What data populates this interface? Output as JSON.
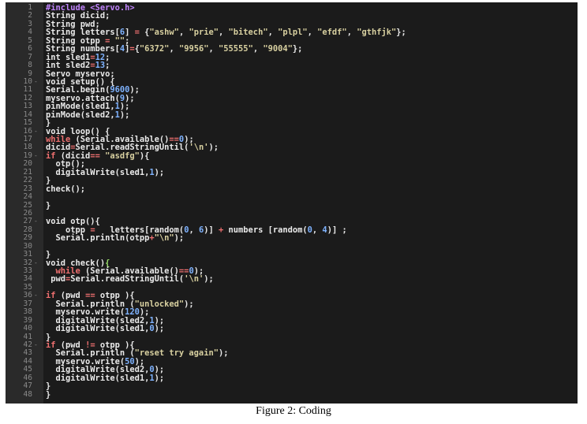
{
  "editor": {
    "lines": [
      {
        "n": "1",
        "fold": "",
        "tokens": [
          [
            "preproc",
            "#include <Servo.h>"
          ]
        ]
      },
      {
        "n": "2",
        "fold": "",
        "tokens": [
          [
            "plain",
            "String dicid;"
          ]
        ]
      },
      {
        "n": "3",
        "fold": "",
        "tokens": [
          [
            "plain",
            "String pwd;"
          ]
        ]
      },
      {
        "n": "4",
        "fold": "",
        "tokens": [
          [
            "plain",
            "String letters["
          ],
          [
            "num",
            "6"
          ],
          [
            "plain",
            "] "
          ],
          [
            "op",
            "="
          ],
          [
            "plain",
            " {"
          ],
          [
            "str",
            "\"ashw\""
          ],
          [
            "plain",
            ", "
          ],
          [
            "str",
            "\"prie\""
          ],
          [
            "plain",
            ", "
          ],
          [
            "str",
            "\"bitech\""
          ],
          [
            "plain",
            ", "
          ],
          [
            "str",
            "\"plpl\""
          ],
          [
            "plain",
            ", "
          ],
          [
            "str",
            "\"efdf\""
          ],
          [
            "plain",
            ", "
          ],
          [
            "str",
            "\"gthfjk\""
          ],
          [
            "plain",
            "};"
          ]
        ]
      },
      {
        "n": "5",
        "fold": "",
        "tokens": [
          [
            "plain",
            "String otpp "
          ],
          [
            "op",
            "="
          ],
          [
            "plain",
            " "
          ],
          [
            "str",
            "\"\""
          ],
          [
            "plain",
            ";"
          ]
        ]
      },
      {
        "n": "6",
        "fold": "",
        "tokens": [
          [
            "plain",
            "String numbers["
          ],
          [
            "num",
            "4"
          ],
          [
            "plain",
            "]"
          ],
          [
            "op",
            "="
          ],
          [
            "plain",
            "{"
          ],
          [
            "str",
            "\"6372\""
          ],
          [
            "plain",
            ", "
          ],
          [
            "str",
            "\"9956\""
          ],
          [
            "plain",
            ", "
          ],
          [
            "str",
            "\"55555\""
          ],
          [
            "plain",
            ", "
          ],
          [
            "str",
            "\"9004\""
          ],
          [
            "plain",
            "};"
          ]
        ]
      },
      {
        "n": "7",
        "fold": "",
        "tokens": [
          [
            "plain",
            "int sled1"
          ],
          [
            "op",
            "="
          ],
          [
            "num",
            "12"
          ],
          [
            "plain",
            ";"
          ]
        ]
      },
      {
        "n": "8",
        "fold": "",
        "tokens": [
          [
            "plain",
            "int sled2"
          ],
          [
            "op",
            "="
          ],
          [
            "num",
            "13"
          ],
          [
            "plain",
            ";"
          ]
        ]
      },
      {
        "n": "9",
        "fold": "",
        "tokens": [
          [
            "plain",
            "Servo myservo;"
          ]
        ]
      },
      {
        "n": "10",
        "fold": "-",
        "tokens": [
          [
            "plain",
            "void setup() {"
          ]
        ]
      },
      {
        "n": "11",
        "fold": "",
        "tokens": [
          [
            "plain",
            "Serial.begin("
          ],
          [
            "num",
            "9600"
          ],
          [
            "plain",
            ");"
          ]
        ]
      },
      {
        "n": "12",
        "fold": "",
        "tokens": [
          [
            "plain",
            "myservo.attach("
          ],
          [
            "num",
            "9"
          ],
          [
            "plain",
            ");"
          ]
        ]
      },
      {
        "n": "13",
        "fold": "",
        "tokens": [
          [
            "plain",
            "pinMode(sled1,"
          ],
          [
            "num",
            "1"
          ],
          [
            "plain",
            ");"
          ]
        ]
      },
      {
        "n": "14",
        "fold": "",
        "tokens": [
          [
            "plain",
            "pinMode(sled2,"
          ],
          [
            "num",
            "1"
          ],
          [
            "plain",
            ");"
          ]
        ]
      },
      {
        "n": "15",
        "fold": "",
        "tokens": [
          [
            "plain",
            "}"
          ]
        ]
      },
      {
        "n": "16",
        "fold": "-",
        "tokens": [
          [
            "plain",
            "void loop() {"
          ]
        ]
      },
      {
        "n": "17",
        "fold": "",
        "tokens": [
          [
            "kw",
            "while"
          ],
          [
            "plain",
            " (Serial.available()"
          ],
          [
            "op",
            "=="
          ],
          [
            "num",
            "0"
          ],
          [
            "plain",
            ");"
          ]
        ]
      },
      {
        "n": "18",
        "fold": "",
        "tokens": [
          [
            "plain",
            "dicid"
          ],
          [
            "op",
            "="
          ],
          [
            "plain",
            "Serial.readStringUntil("
          ],
          [
            "str",
            "'\\n'"
          ],
          [
            "plain",
            ");"
          ]
        ]
      },
      {
        "n": "19",
        "fold": "-",
        "tokens": [
          [
            "kw",
            "if"
          ],
          [
            "plain",
            " (dicid"
          ],
          [
            "op",
            "=="
          ],
          [
            "plain",
            " "
          ],
          [
            "str",
            "\"asdfg\""
          ],
          [
            "plain",
            "){"
          ]
        ]
      },
      {
        "n": "20",
        "fold": "",
        "tokens": [
          [
            "plain",
            "  otp();"
          ]
        ]
      },
      {
        "n": "21",
        "fold": "",
        "tokens": [
          [
            "plain",
            "  digitalWrite(sled1,"
          ],
          [
            "num",
            "1"
          ],
          [
            "plain",
            ");"
          ]
        ]
      },
      {
        "n": "22",
        "fold": "",
        "tokens": [
          [
            "plain",
            "}"
          ]
        ]
      },
      {
        "n": "23",
        "fold": "",
        "tokens": [
          [
            "plain",
            "check();"
          ]
        ]
      },
      {
        "n": "24",
        "fold": "",
        "tokens": [
          [
            "plain",
            ""
          ]
        ]
      },
      {
        "n": "25",
        "fold": "",
        "tokens": [
          [
            "plain",
            "}"
          ]
        ]
      },
      {
        "n": "26",
        "fold": "",
        "tokens": [
          [
            "plain",
            ""
          ]
        ]
      },
      {
        "n": "27",
        "fold": "-",
        "tokens": [
          [
            "plain",
            "void otp(){"
          ]
        ]
      },
      {
        "n": "28",
        "fold": "",
        "tokens": [
          [
            "plain",
            "    otpp "
          ],
          [
            "op",
            "="
          ],
          [
            "plain",
            "   letters[random("
          ],
          [
            "num",
            "0"
          ],
          [
            "plain",
            ", "
          ],
          [
            "num",
            "6"
          ],
          [
            "plain",
            ")] "
          ],
          [
            "op",
            "+"
          ],
          [
            "plain",
            " numbers [random("
          ],
          [
            "num",
            "0"
          ],
          [
            "plain",
            ", "
          ],
          [
            "num",
            "4"
          ],
          [
            "plain",
            ")] ;"
          ]
        ]
      },
      {
        "n": "29",
        "fold": "",
        "tokens": [
          [
            "plain",
            "  Serial.println(otpp"
          ],
          [
            "op",
            "+"
          ],
          [
            "str",
            "\"\\n\""
          ],
          [
            "plain",
            ");"
          ]
        ]
      },
      {
        "n": "30",
        "fold": "",
        "tokens": [
          [
            "plain",
            ""
          ]
        ]
      },
      {
        "n": "31",
        "fold": "",
        "tokens": [
          [
            "plain",
            "}"
          ]
        ]
      },
      {
        "n": "32",
        "fold": "-",
        "tokens": [
          [
            "plain",
            "void check()"
          ],
          [
            "bracket",
            "{"
          ]
        ]
      },
      {
        "n": "33",
        "fold": "",
        "tokens": [
          [
            "plain",
            "  "
          ],
          [
            "kw",
            "while"
          ],
          [
            "plain",
            " (Serial.available()"
          ],
          [
            "op",
            "=="
          ],
          [
            "num",
            "0"
          ],
          [
            "plain",
            ");"
          ]
        ]
      },
      {
        "n": "34",
        "fold": "",
        "tokens": [
          [
            "plain",
            " pwd"
          ],
          [
            "op",
            "="
          ],
          [
            "plain",
            "Serial.readStringUntil("
          ],
          [
            "str",
            "'\\n'"
          ],
          [
            "plain",
            ");"
          ]
        ]
      },
      {
        "n": "35",
        "fold": "",
        "tokens": [
          [
            "plain",
            ""
          ]
        ]
      },
      {
        "n": "36",
        "fold": "-",
        "tokens": [
          [
            "kw",
            "if"
          ],
          [
            "plain",
            " (pwd "
          ],
          [
            "op",
            "=="
          ],
          [
            "plain",
            " otpp ){"
          ]
        ]
      },
      {
        "n": "37",
        "fold": "",
        "tokens": [
          [
            "plain",
            "  Serial.println ("
          ],
          [
            "str",
            "\"unlocked\""
          ],
          [
            "plain",
            ");"
          ]
        ]
      },
      {
        "n": "38",
        "fold": "",
        "tokens": [
          [
            "plain",
            "  myservo.write("
          ],
          [
            "num",
            "120"
          ],
          [
            "plain",
            ");"
          ]
        ]
      },
      {
        "n": "39",
        "fold": "",
        "tokens": [
          [
            "plain",
            "  digitalWrite(sled2,"
          ],
          [
            "num",
            "1"
          ],
          [
            "plain",
            ");"
          ]
        ]
      },
      {
        "n": "40",
        "fold": "",
        "tokens": [
          [
            "plain",
            "  digitalWrite(sled1,"
          ],
          [
            "num",
            "0"
          ],
          [
            "plain",
            ");"
          ]
        ]
      },
      {
        "n": "41",
        "fold": "",
        "tokens": [
          [
            "plain",
            "}"
          ]
        ]
      },
      {
        "n": "42",
        "fold": "-",
        "tokens": [
          [
            "kw",
            "if"
          ],
          [
            "plain",
            " (pwd "
          ],
          [
            "op",
            "!="
          ],
          [
            "plain",
            " otpp ){"
          ]
        ]
      },
      {
        "n": "43",
        "fold": "",
        "tokens": [
          [
            "plain",
            "  Serial.println ("
          ],
          [
            "str",
            "\"reset try again\""
          ],
          [
            "plain",
            ");"
          ]
        ]
      },
      {
        "n": "44",
        "fold": "",
        "tokens": [
          [
            "plain",
            "  myservo.write("
          ],
          [
            "num",
            "50"
          ],
          [
            "plain",
            ");"
          ]
        ]
      },
      {
        "n": "45",
        "fold": "",
        "tokens": [
          [
            "plain",
            "  digitalWrite(sled2,"
          ],
          [
            "num",
            "0"
          ],
          [
            "plain",
            ");"
          ]
        ]
      },
      {
        "n": "46",
        "fold": "",
        "tokens": [
          [
            "plain",
            "  digitalWrite(sled1,"
          ],
          [
            "num",
            "1"
          ],
          [
            "plain",
            ");"
          ]
        ]
      },
      {
        "n": "47",
        "fold": "",
        "tokens": [
          [
            "plain",
            "}"
          ]
        ]
      },
      {
        "n": "48",
        "fold": "",
        "tokens": [
          [
            "plain",
            "}"
          ]
        ]
      }
    ]
  },
  "caption": "Figure 2: Coding"
}
